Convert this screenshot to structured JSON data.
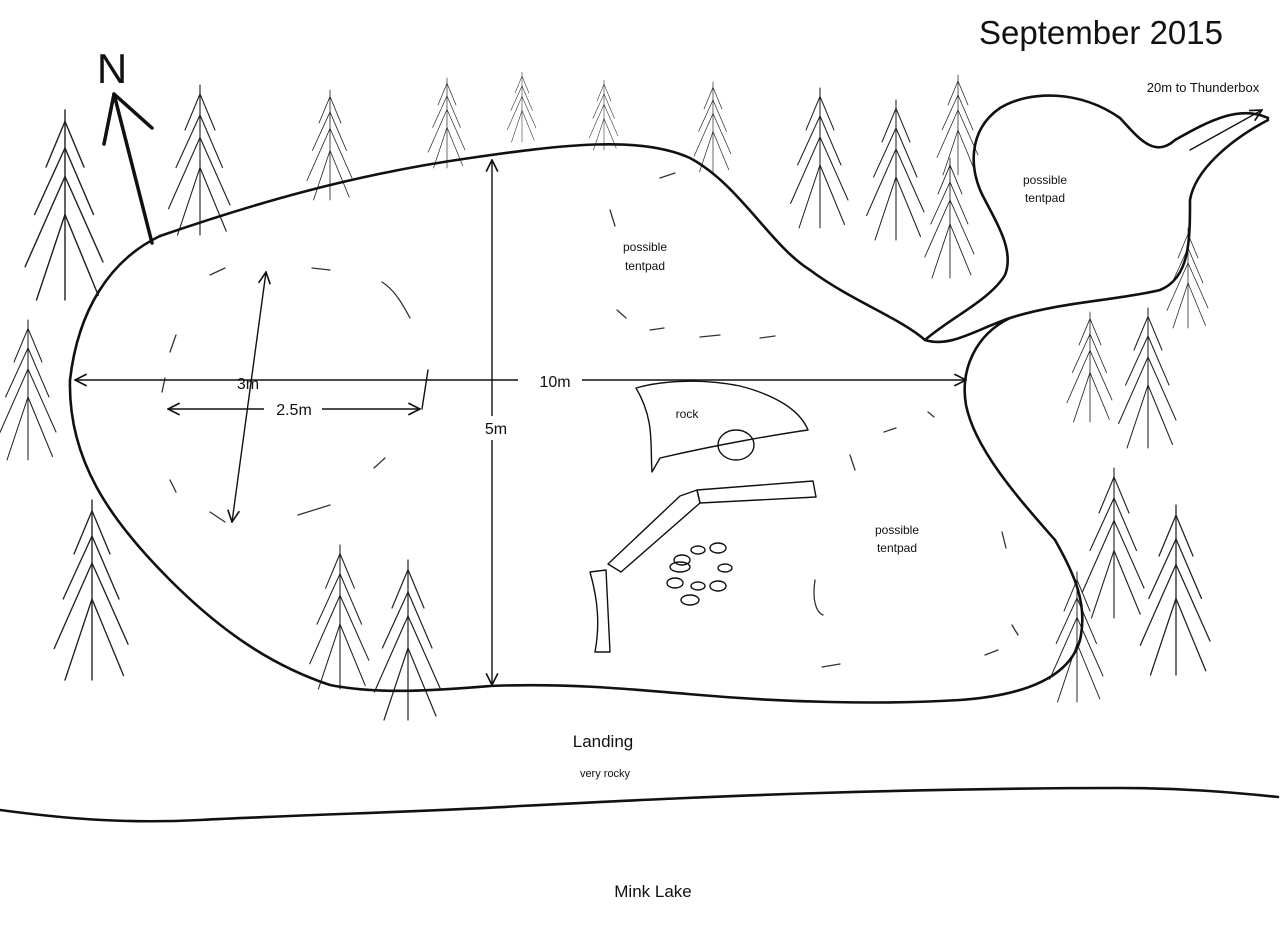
{
  "title": "September 2015",
  "north_label": "N",
  "thunderbox_label": "20m to Thunderbox",
  "labels": {
    "tentpad_word1": "possible",
    "tentpad_word2": "tentpad",
    "rock": "rock",
    "landing": "Landing",
    "landing_note": "very rocky",
    "lake": "Mink Lake"
  },
  "dimensions": {
    "width": "10m",
    "height": "5m",
    "pad_length": "3m",
    "pad_width": "2.5m"
  },
  "icons": [
    "north-arrow-icon",
    "tree-icon",
    "fire-ring-icon",
    "log-icon"
  ]
}
